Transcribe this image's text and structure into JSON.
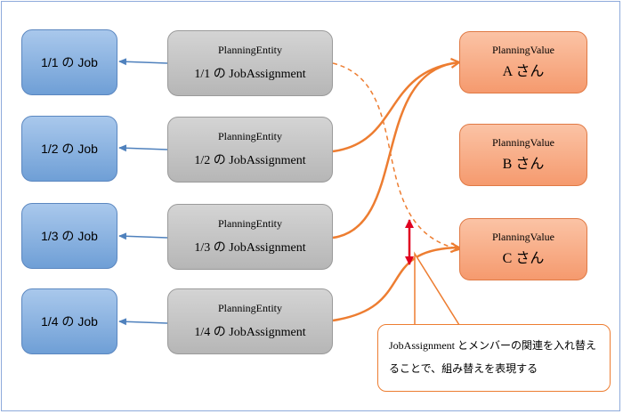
{
  "jobs": [
    {
      "label": "1/1 の Job"
    },
    {
      "label": "1/2 の Job"
    },
    {
      "label": "1/3 の Job"
    },
    {
      "label": "1/4 の Job"
    }
  ],
  "entities": [
    {
      "type": "PlanningEntity",
      "label": "1/1 の JobAssignment"
    },
    {
      "type": "PlanningEntity",
      "label": "1/2 の JobAssignment"
    },
    {
      "type": "PlanningEntity",
      "label": "1/3 の JobAssignment"
    },
    {
      "type": "PlanningEntity",
      "label": "1/4 の JobAssignment"
    }
  ],
  "values": [
    {
      "type": "PlanningValue",
      "label": "A さん"
    },
    {
      "type": "PlanningValue",
      "label": "B さん"
    },
    {
      "type": "PlanningValue",
      "label": "C さん"
    }
  ],
  "callout": {
    "text": "JobAssignment とメンバーの関連を入れ替えることで、組み替えを表現する"
  },
  "colors": {
    "job_arrow": "#4f81bd",
    "assignment_line": "#ed7d31",
    "swap_arrow": "#e00020"
  }
}
